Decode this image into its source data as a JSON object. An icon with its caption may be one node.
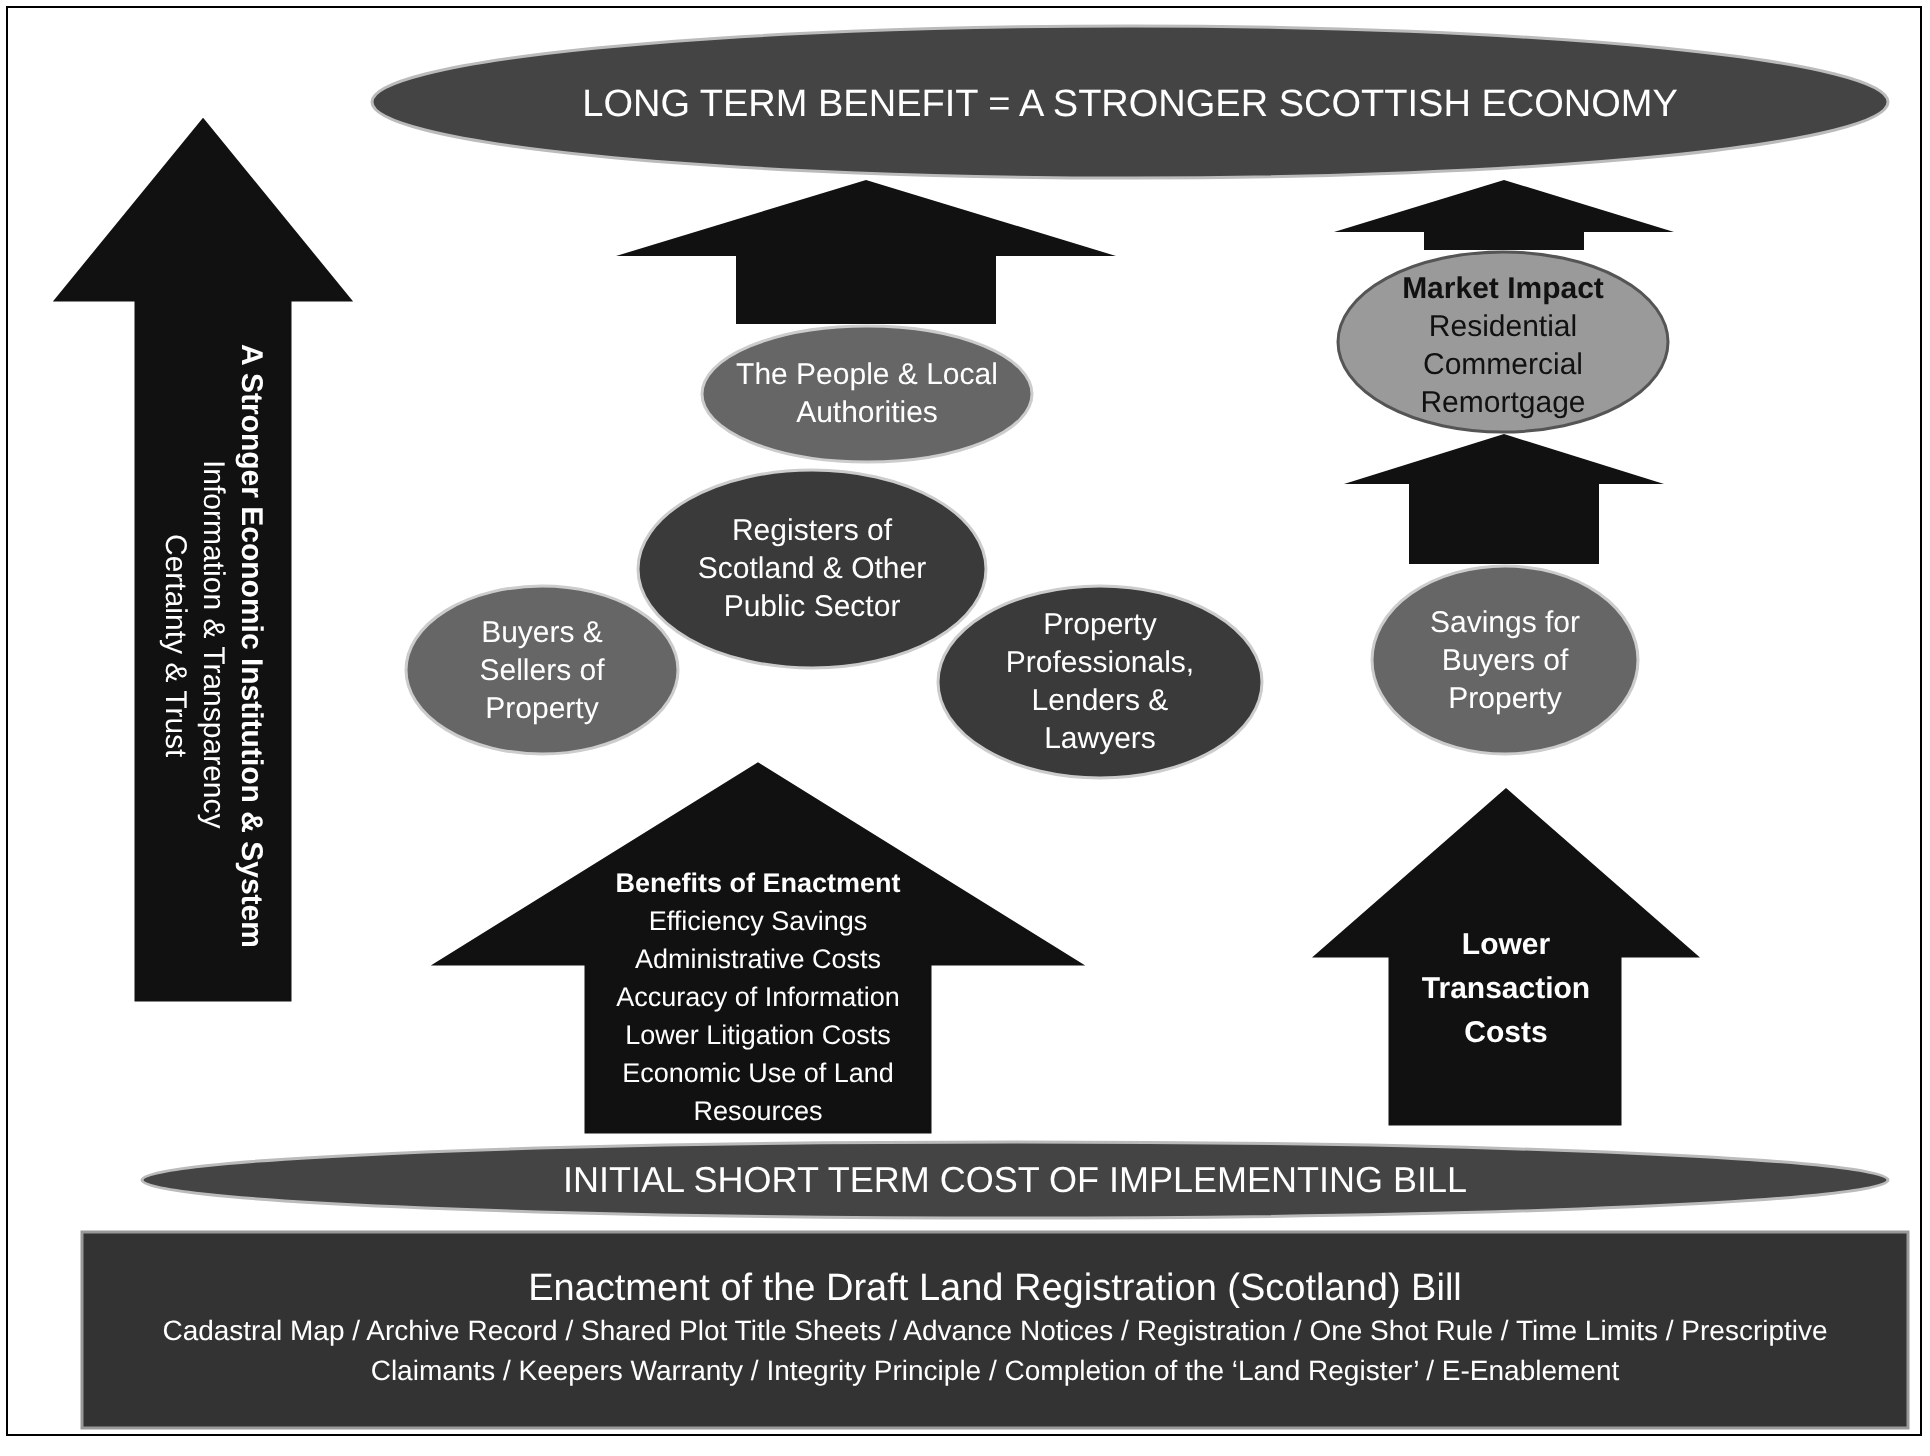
{
  "diagram": {
    "nodes": [
      {
        "text": [
          "LONG TERM BENEFIT = A STRONGER SCOTTISH ECONOMY"
        ]
      },
      {
        "text": [
          "A Stronger Economic Institution & System",
          "Information & Transparency",
          "Certainty & Trust"
        ]
      },
      {
        "text": [
          "The People & Local Authorities"
        ]
      },
      {
        "text": [
          "Market Impact",
          "Residential",
          "Commercial",
          "Remortgage"
        ]
      },
      {
        "text": [
          "Registers of Scotland & Other Public Sector"
        ]
      },
      {
        "text": [
          "Buyers & Sellers of Property"
        ]
      },
      {
        "text": [
          "Savings for Buyers of Property"
        ]
      },
      {
        "text": [
          "Property Professionals, Lenders & Lawyers"
        ]
      },
      {
        "text": [
          "Benefits of Enactment",
          "Efficiency Savings",
          "Administrative Costs",
          "Accuracy of Information",
          "Lower Litigation Costs",
          "Economic Use of Land Resources"
        ]
      },
      {
        "text": [
          "Lower Transaction Costs"
        ]
      },
      {
        "text": [
          "INITIAL SHORT TERM COST OF IMPLEMENTING BILL"
        ]
      },
      {
        "text": [
          "Enactment of the Draft Land Registration (Scotland) Bill",
          "Cadastral Map / Archive Record / Shared Plot Title Sheets / Advance Notices / Registration / One Shot Rule / Time Limits / Prescriptive Claimants / Keepers Warranty / Integrity Principle / Completion of the ‘Land Register’ / E-Enablement"
        ]
      }
    ],
    "edges": [
      {
        "from": 2,
        "to": 0,
        "arrow": "to"
      },
      {
        "from": 3,
        "to": 0,
        "arrow": "to"
      },
      {
        "from": 6,
        "to": 3,
        "arrow": "to"
      }
    ]
  }
}
